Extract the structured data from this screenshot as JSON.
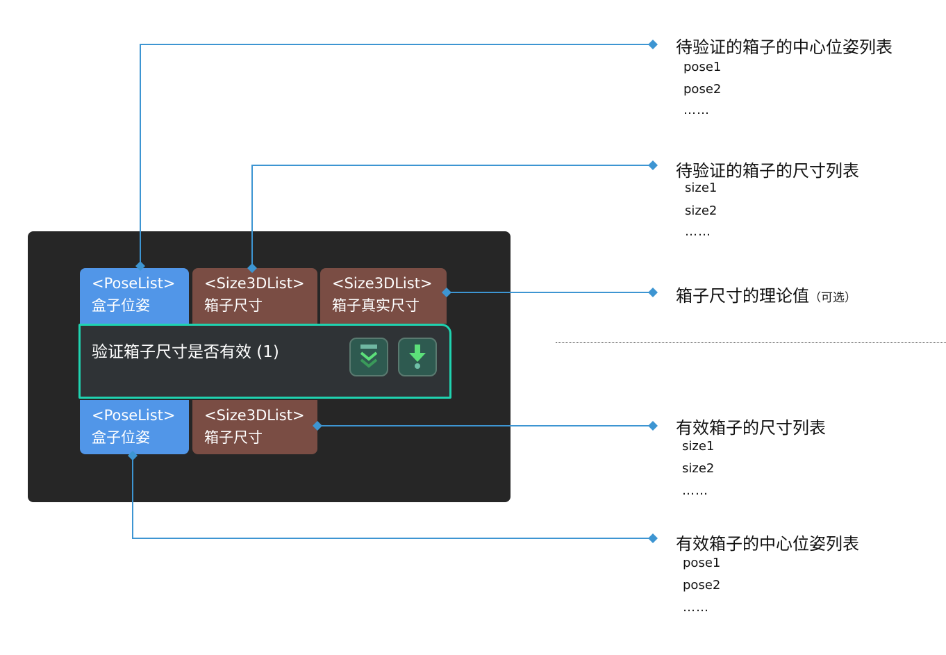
{
  "node": {
    "title": "验证箱子尺寸是否有效 (1)",
    "accent_color": "#1fd3b0",
    "buttons": [
      {
        "icon": "collapse-chevrons-icon",
        "label": ""
      },
      {
        "icon": "down-arrow-breakpoint-icon",
        "label": ""
      }
    ]
  },
  "input_ports": [
    {
      "type": "<PoseList>",
      "name": "盒子位姿",
      "color": "#5196e8"
    },
    {
      "type": "<Size3DList>",
      "name": "箱子尺寸",
      "color": "#7a4d44"
    },
    {
      "type": "<Size3DList>",
      "name": "箱子真实尺寸",
      "color": "#7a4d44"
    }
  ],
  "output_ports": [
    {
      "type": "<PoseList>",
      "name": "盒子位姿",
      "color": "#5196e8"
    },
    {
      "type": "<Size3DList>",
      "name": "箱子尺寸",
      "color": "#7a4d44"
    }
  ],
  "annotations": {
    "input_poses": {
      "label": "待验证的箱子的中心位姿列表",
      "items": [
        "pose1",
        "pose2",
        "……"
      ]
    },
    "input_sizes": {
      "label": "待验证的箱子的尺寸列表",
      "items": [
        "size1",
        "size2",
        "……"
      ]
    },
    "true_size": {
      "label": "箱子尺寸的理论值",
      "note": "（可选）"
    },
    "output_sizes": {
      "label": "有效箱子的尺寸列表",
      "items": [
        "size1",
        "size2",
        "……"
      ]
    },
    "output_poses": {
      "label": "有效箱子的中心位姿列表",
      "items": [
        "pose1",
        "pose2",
        "……"
      ]
    }
  },
  "wire_color": "#3d95d2"
}
